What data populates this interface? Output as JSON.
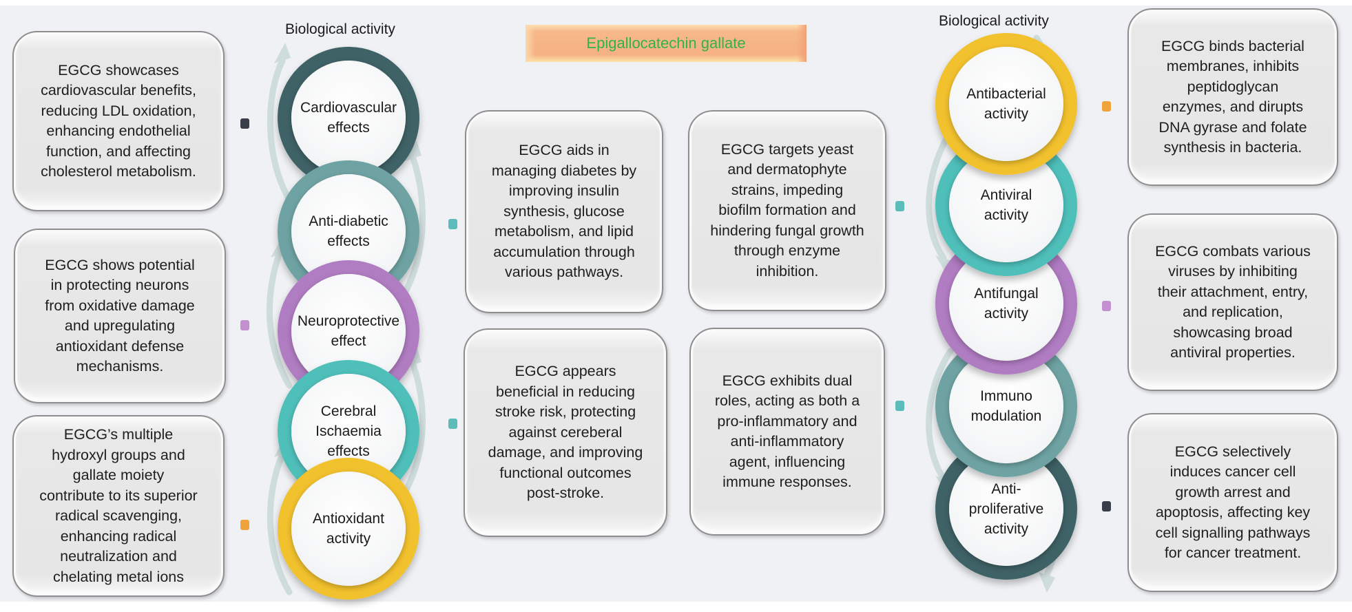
{
  "title": "Epigallocatechin gallate",
  "colors": {
    "title_text": "#2fb34a",
    "dark_slate": "#3f6266",
    "grey_teal": "#6fa3a3",
    "purple": "#b07cc2",
    "teal": "#4fbfba",
    "yellow": "#f2c12e",
    "dot_dark": "#3a3d4a",
    "dot_orange": "#efa33a",
    "dot_purple": "#c48fcf",
    "dot_teal": "#5bbcb9",
    "arrow": "#cfdcdc"
  },
  "left_panel": {
    "heading": "Biological activity",
    "nodes": [
      {
        "label": "Cardiovascular\neffects",
        "color_key": "dark_slate"
      },
      {
        "label": "Anti-diabetic\neffects",
        "color_key": "grey_teal"
      },
      {
        "label": "Neuroprotective\neffect",
        "color_key": "purple"
      },
      {
        "label": "Cerebral\nIschaemia\neffects",
        "color_key": "teal"
      },
      {
        "label": "Antioxidant\nactivity",
        "color_key": "yellow"
      }
    ],
    "boxes": [
      {
        "text": "EGCG showcases\ncardiovascular benefits,\nreducing LDL oxidation,\nenhancing endothelial\nfunction, and affecting\ncholesterol metabolism."
      },
      {
        "text": "EGCG shows potential\nin protecting neurons\nfrom oxidative damage\nand upregulating\nantioxidant defense\nmechanisms."
      },
      {
        "text": "EGCG’s multiple\nhydroxyl groups and\ngallate moiety\ncontribute to its superior\nradical scavenging,\nenhancing radical\nneutralization and\nchelating metal ions"
      }
    ]
  },
  "center": {
    "boxes": [
      {
        "text": "EGCG aids in\nmanaging diabetes by\nimproving insulin\nsynthesis, glucose\nmetabolism, and lipid\naccumulation through\nvarious pathways."
      },
      {
        "text": "EGCG targets yeast\nand dermatophyte\nstrains, impeding\nbiofilm formation and\nhindering fungal growth\nthrough enzyme\ninhibition."
      },
      {
        "text": "EGCG appears\nbeneficial in reducing\nstroke risk, protecting\nagainst cereberal\ndamage, and improving\nfunctional outcomes\npost-stroke."
      },
      {
        "text": "EGCG exhibits dual\nroles, acting as both a\npro-inflammatory and\nanti-inflammatory\nagent, influencing\nimmune responses."
      }
    ]
  },
  "right_panel": {
    "heading": "Biological activity",
    "nodes": [
      {
        "label": "Antibacterial\nactivity",
        "color_key": "yellow"
      },
      {
        "label": "Antiviral\nactivity",
        "color_key": "teal"
      },
      {
        "label": "Antifungal\nactivity",
        "color_key": "purple"
      },
      {
        "label": "Immuno\nmodulation",
        "color_key": "grey_teal"
      },
      {
        "label": "Anti-\nproliferative\nactivity",
        "color_key": "dark_slate"
      }
    ],
    "boxes": [
      {
        "text": "EGCG binds bacterial\nmembranes, inhibits\npeptidoglycan\nenzymes, and dirupts\nDNA gyrase and folate\nsynthesis in bacteria."
      },
      {
        "text": "EGCG combats various\nviruses by inhibiting\ntheir attachment, entry,\nand replication,\nshowcasing broad\nantiviral properties."
      },
      {
        "text": "EGCG selectively\ninduces cancer cell\ngrowth arrest and\napoptosis, affecting key\ncell signalling pathways\nfor cancer treatment."
      }
    ]
  }
}
